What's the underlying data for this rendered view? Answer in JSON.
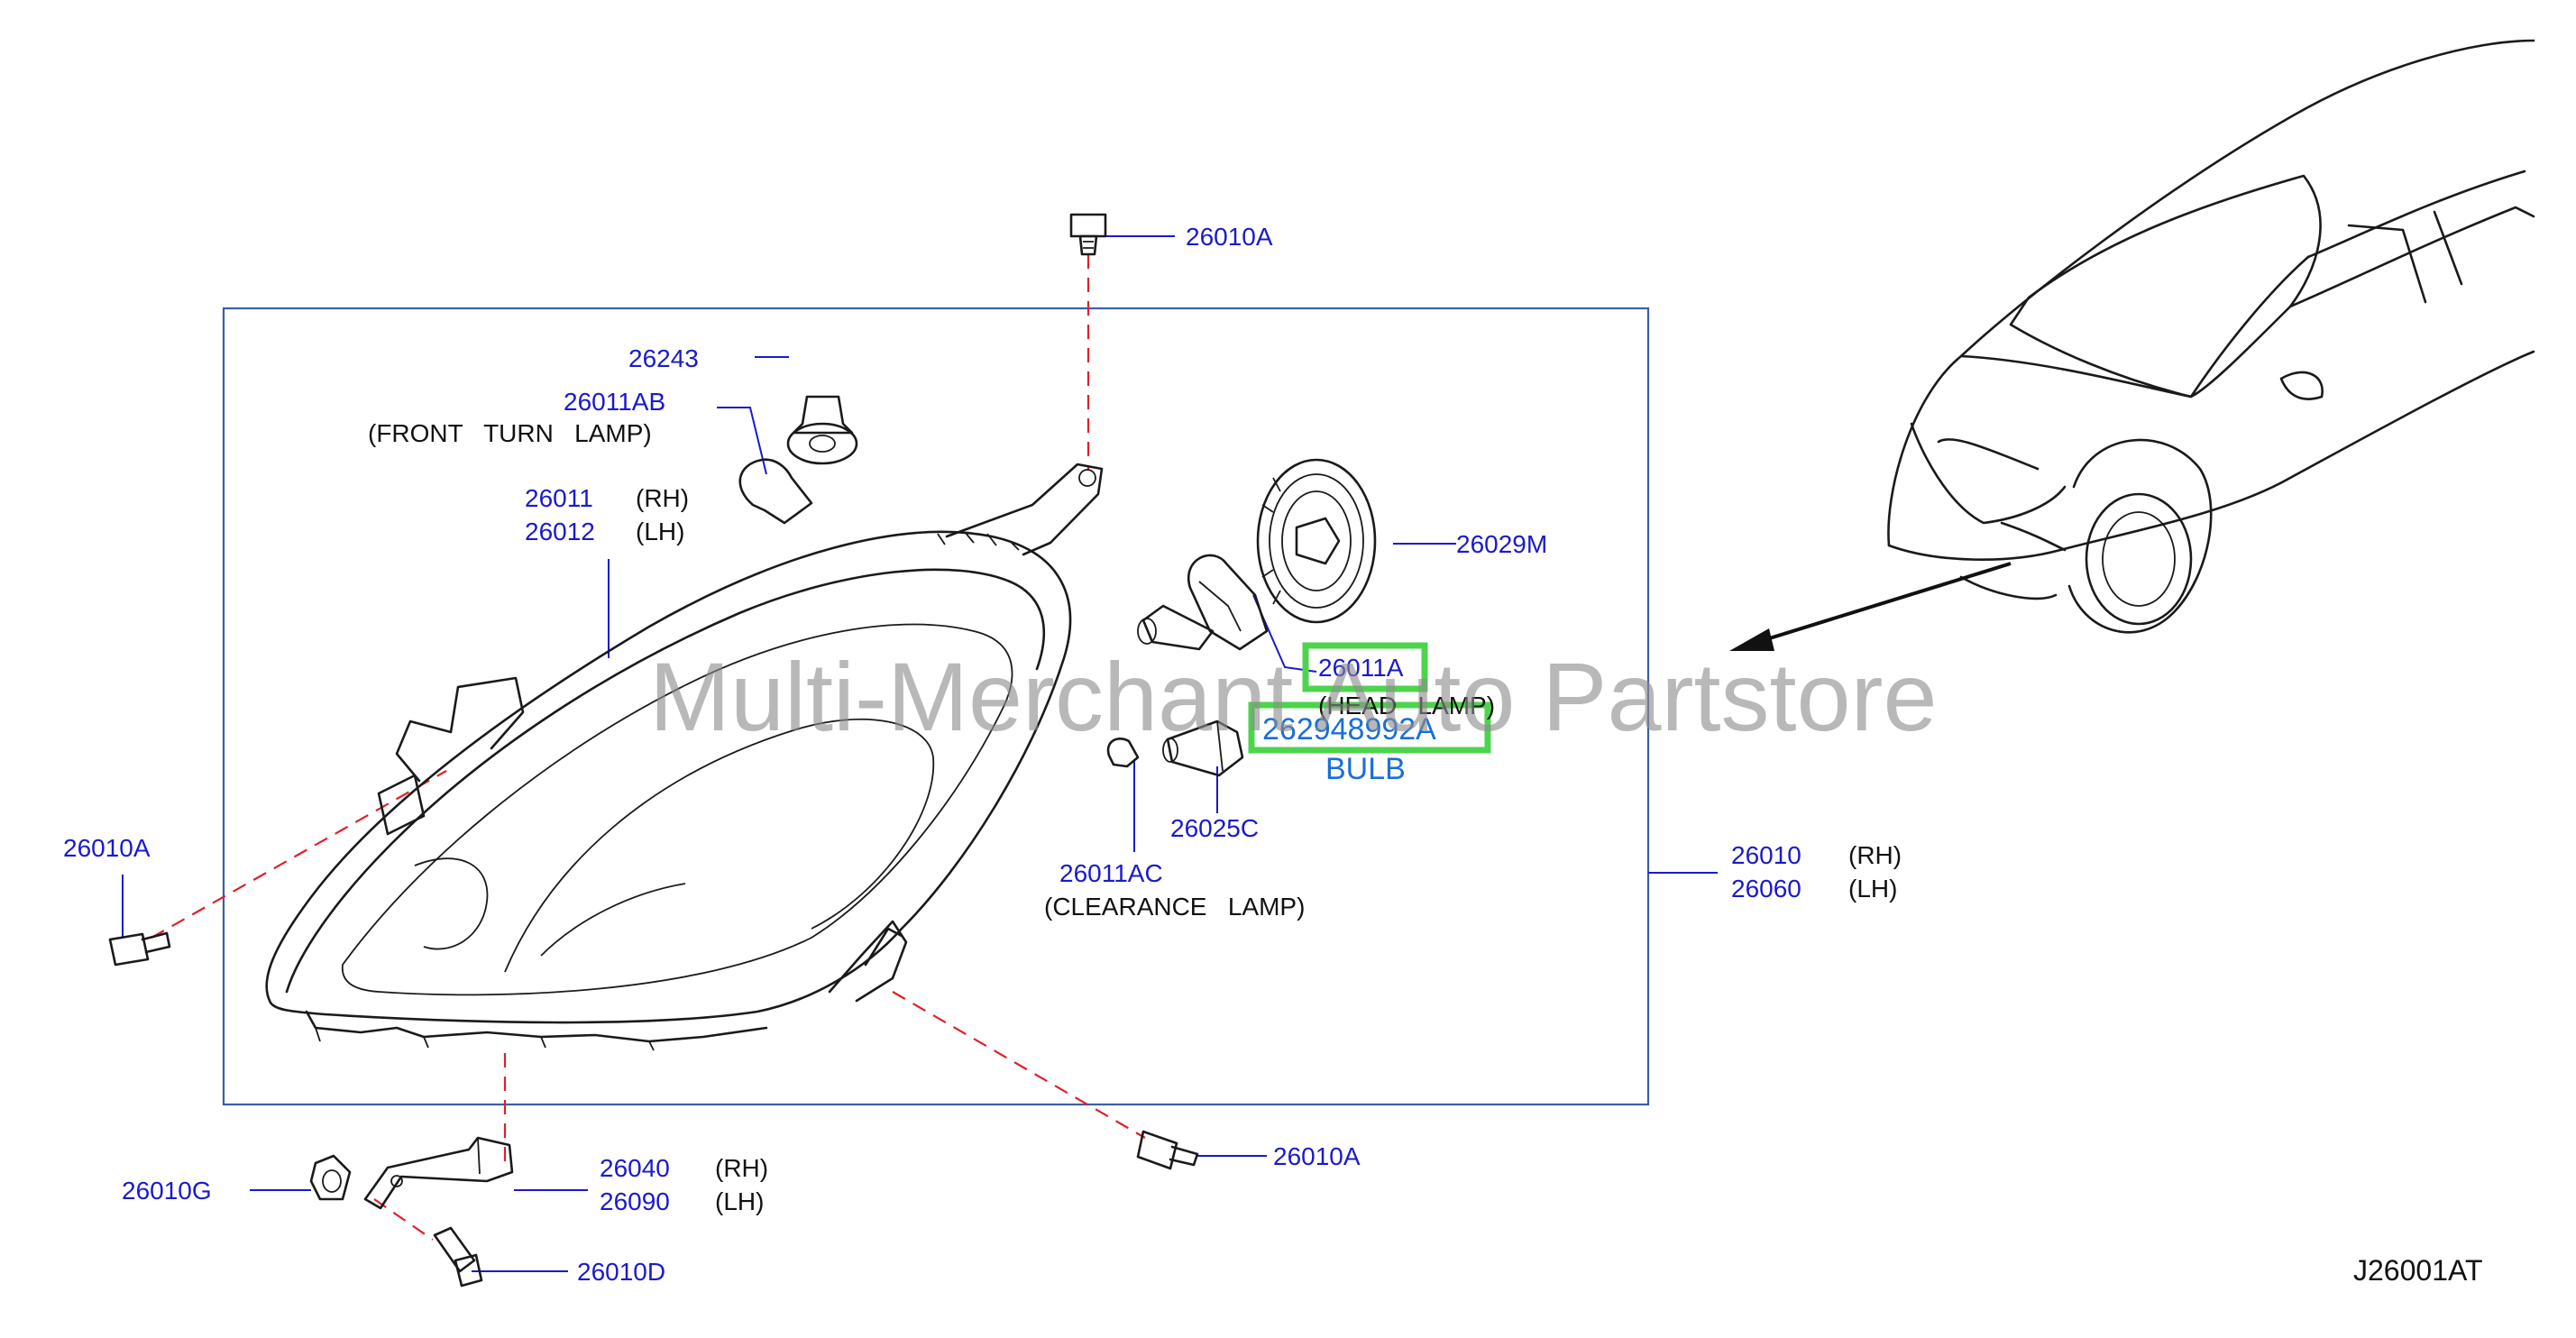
{
  "diagram": {
    "watermark": "Multi-Merchant Auto Partstore",
    "drawing_code": "J26001AT",
    "bulb_label": "BULB",
    "highlight_color": "#4cd44c",
    "part_number_color": "#1a1acc",
    "bulb_label_color": "#1a6fd6",
    "guide_line_color": "#e0202a",
    "parts": {
      "bolt_top": "26010A",
      "bolt_left": "26010A",
      "bolt_bottom_right": "26010A",
      "socket_turn": "26243",
      "bulb_turn": "26011AB",
      "bulb_turn_desc": "(FRONT   TURN   LAMP)",
      "lamp_unit_rh": "26011",
      "lamp_unit_rh_side": "(RH)",
      "lamp_unit_lh": "26012",
      "lamp_unit_lh_side": "(LH)",
      "cap_rear": "26029M",
      "bulb_head": "26011A",
      "bulb_head_desc": "(HEAD   LAMP)",
      "bulb_highlight": "262948992A",
      "socket_clear": "26025C",
      "bulb_clear": "26011AC",
      "bulb_clear_desc": "(CLEARANCE   LAMP)",
      "assy_rh": "26010",
      "assy_rh_side": "(RH)",
      "assy_lh": "26060",
      "assy_lh_side": "(LH)",
      "bracket_rh": "26040",
      "bracket_rh_side": "(RH)",
      "bracket_lh": "26090",
      "bracket_lh_side": "(LH)",
      "nut_clip": "26010G",
      "screw_bottom": "26010D"
    }
  }
}
